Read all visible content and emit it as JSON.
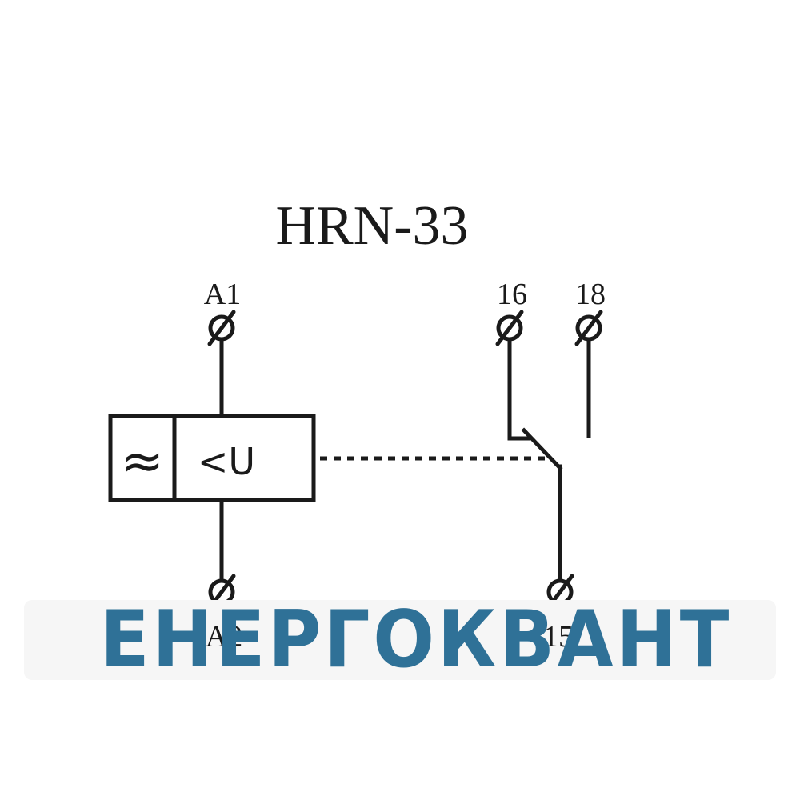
{
  "diagram": {
    "title": "HRN-33",
    "terminals": {
      "a1": "A1",
      "a2": "A2",
      "t16": "16",
      "t18": "18",
      "t15": "15"
    },
    "relay_box": {
      "left_symbol": "≈",
      "right_symbol": "<U"
    }
  },
  "watermark": {
    "text": "ЕНЕРГОКВАНТ",
    "color": "#2f7197"
  }
}
